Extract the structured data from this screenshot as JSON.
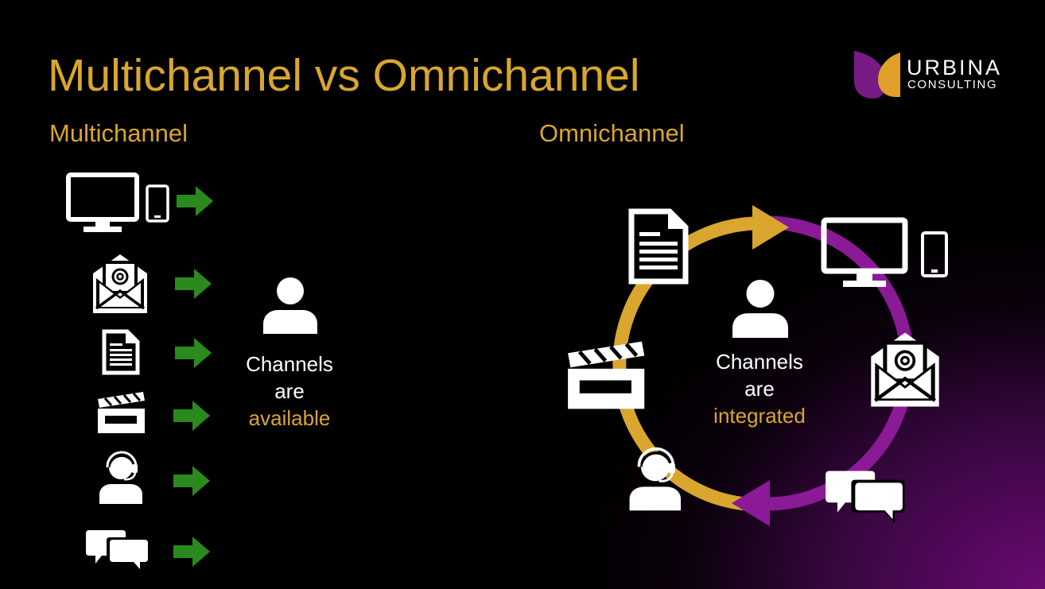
{
  "title": "Multichannel vs Omnichannel",
  "logo": {
    "line1": "URBINA",
    "line2": "CONSULTING"
  },
  "multichannel": {
    "heading": "Multichannel",
    "caption_line1": "Channels",
    "caption_line2": "are",
    "caption_highlight": "available"
  },
  "omnichannel": {
    "heading": "Omnichannel",
    "caption_line1": "Channels",
    "caption_line2": "are",
    "caption_highlight": "integrated"
  },
  "colors": {
    "gold": "#d9a62e",
    "purple": "#8b1a96",
    "green_arrow": "#2a8a1e",
    "icon": "#ffffff"
  },
  "icons": {
    "channels": [
      "monitor-icon",
      "mobile-phone-icon",
      "email-icon",
      "document-icon",
      "clapperboard-icon",
      "call-center-agent-icon",
      "chat-bubbles-icon"
    ],
    "person": "person-icon",
    "arrow": "arrow-right-icon"
  }
}
